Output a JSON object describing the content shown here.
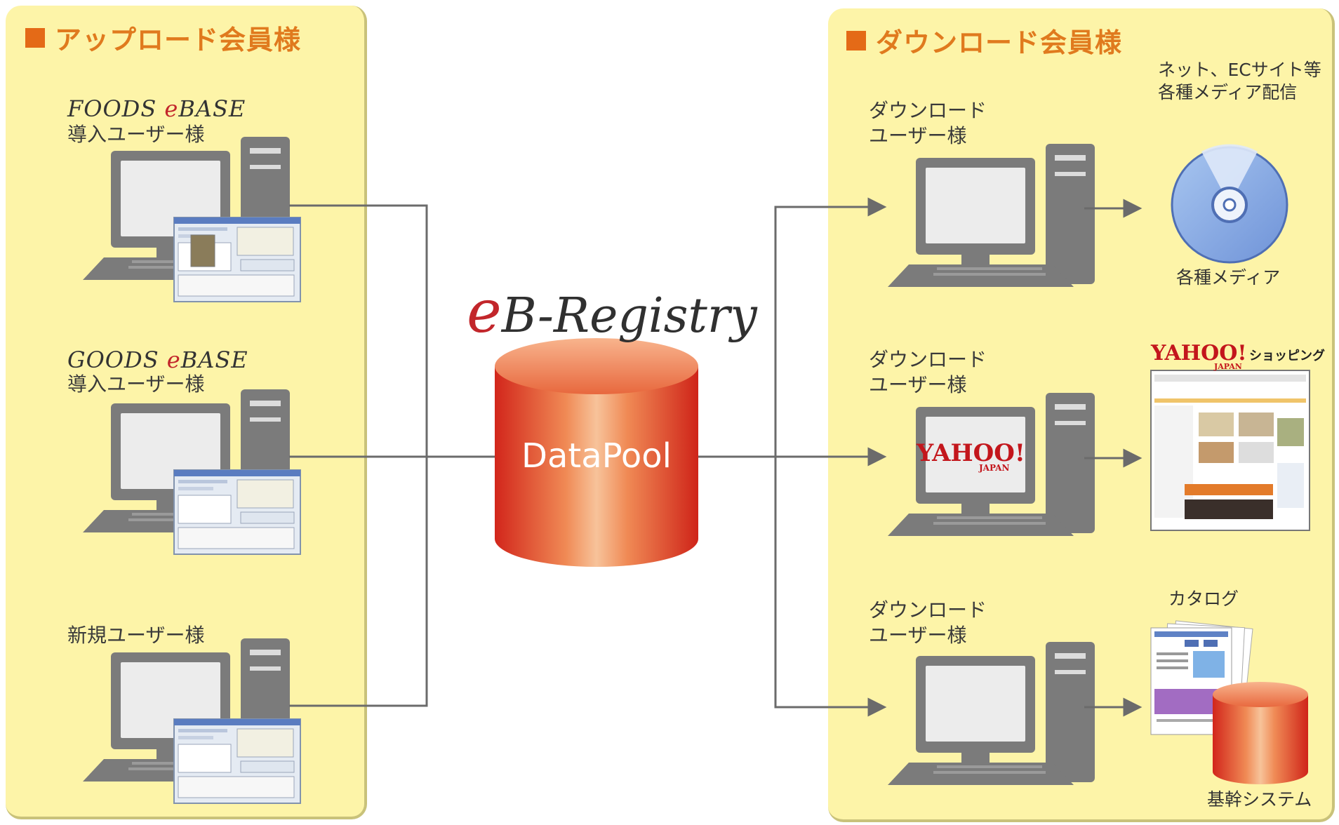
{
  "upload": {
    "title": "アップロード会員様",
    "users": [
      {
        "brand": "FOODS",
        "brand_e": "e",
        "brand_rest": "BASE",
        "label": "導入ユーザー様"
      },
      {
        "brand": "GOODS",
        "brand_e": "e",
        "brand_rest": "BASE",
        "label": "導入ユーザー様"
      },
      {
        "label": "新規ユーザー様"
      }
    ]
  },
  "center": {
    "title_e": "e",
    "title_rest": "B-Registry",
    "datapool": "DataPool"
  },
  "download": {
    "title": "ダウンロード会員様",
    "users": [
      {
        "label_line1": "ダウンロード",
        "label_line2": "ユーザー様"
      },
      {
        "label_line1": "ダウンロード",
        "label_line2": "ユーザー様"
      },
      {
        "label_line1": "ダウンロード",
        "label_line2": "ユーザー様"
      }
    ],
    "outputs": {
      "net_line1": "ネット、ECサイト等",
      "net_line2": "各種メディア配信",
      "media_label": "各種メディア",
      "yahoo_logo": "YAHOO!",
      "yahoo_japan": "JAPAN",
      "yahoo_shopping": "ショッピング",
      "monitor_yahoo": "YAHOO!",
      "monitor_japan": "JAPAN",
      "catalog_label": "カタログ",
      "core_label": "基幹システム"
    }
  },
  "colors": {
    "panel_bg": "#fdf4a8",
    "title_orange": "#e07a1e",
    "computer_gray": "#7b7b7b",
    "datapool_red": "#d8301e",
    "connector_gray": "#6b6b6b"
  }
}
